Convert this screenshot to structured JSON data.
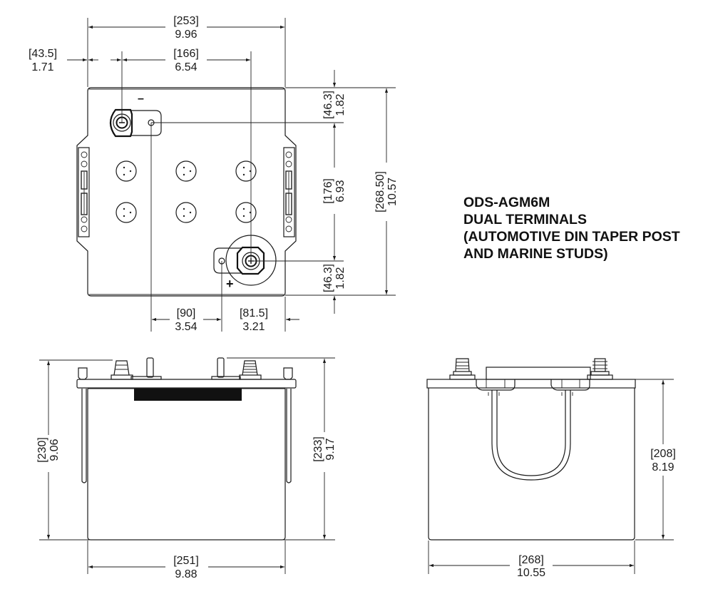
{
  "title": {
    "lines": [
      "ODS-AGM6M",
      "DUAL TERMINALS",
      "(AUTOMOTIVE DIN TAPER POST",
      "AND MARINE STUDS)"
    ]
  },
  "top_view": {
    "terminal_negative_symbol": "–",
    "terminal_positive_symbol": "+",
    "dimensions": {
      "overall_width": {
        "mm": "253",
        "in": "9.96"
      },
      "neg_terminal_offset": {
        "mm": "43.5",
        "in": "1.71"
      },
      "terminal_spacing": {
        "mm": "166",
        "in": "6.54"
      },
      "top_terminal_offset": {
        "mm": "46.3",
        "in": "1.82"
      },
      "stud_spacing_vertical": {
        "mm": "176",
        "in": "6.93"
      },
      "bottom_terminal_offset": {
        "mm": "46.3",
        "in": "1.82"
      },
      "overall_length": {
        "mm": "268.50",
        "in": "10.57"
      },
      "neg_stud_to_pos_stud": {
        "mm": "90",
        "in": "3.54"
      },
      "pos_terminal_to_edge": {
        "mm": "81.5",
        "in": "3.21"
      }
    }
  },
  "front_view": {
    "dimensions": {
      "case_height": {
        "mm": "230",
        "in": "9.06"
      },
      "overall_height": {
        "mm": "233",
        "in": "9.17"
      },
      "base_width": {
        "mm": "251",
        "in": "9.88"
      }
    }
  },
  "side_view": {
    "dimensions": {
      "case_height": {
        "mm": "208",
        "in": "8.19"
      },
      "overall_length": {
        "mm": "268",
        "in": "10.55"
      }
    }
  },
  "colors": {
    "line": "#1a1a1a",
    "background": "#ffffff"
  }
}
